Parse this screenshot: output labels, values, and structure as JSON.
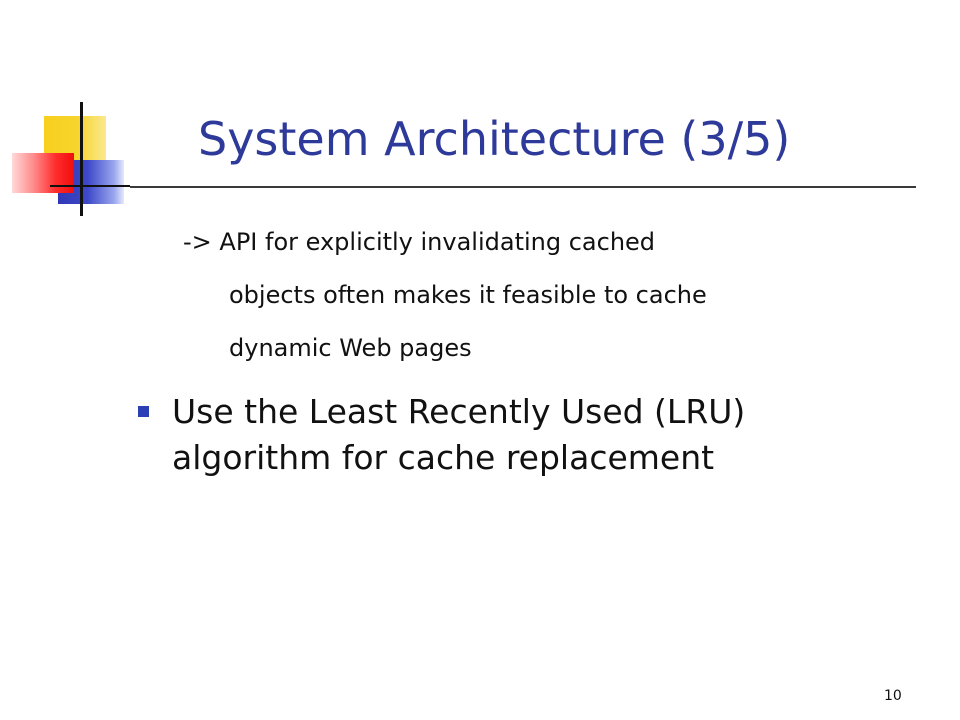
{
  "slide": {
    "title": "System Architecture (3/5)",
    "sub_lines": [
      "-> API for explicitly invalidating cached",
      "objects often makes it feasible to cache",
      "dynamic Web pages"
    ],
    "bullets": [
      "Use the Least Recently Used (LRU) algorithm for cache replacement"
    ],
    "page_number": "10"
  },
  "colors": {
    "title": "#2e3a9a",
    "bullet": "#2d3fb5",
    "logo_yellow": "#f7cf1e",
    "logo_blue": "#3138b6",
    "logo_red": "#f20d0d"
  }
}
